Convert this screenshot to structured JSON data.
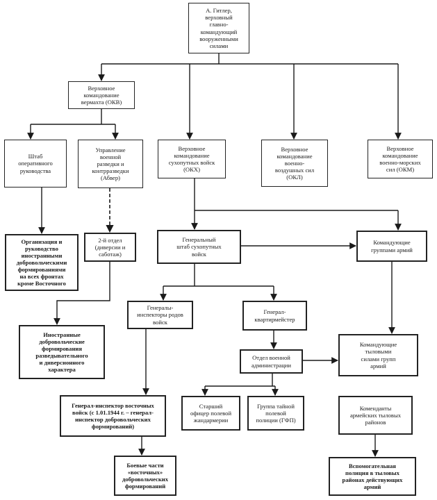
{
  "nodes": [
    {
      "id": "hitler",
      "text": "А. Гитлер,\nверховный\nглавно-\nкомандующий\nвооруженными\nсилами"
    },
    {
      "id": "okw",
      "text": "Верховное\nкомандование\nвермахта (ОКВ)"
    },
    {
      "id": "staff_ops",
      "text": "Штаб\nоперативного\nруководства"
    },
    {
      "id": "abwehr",
      "text": "Управление\nвоенной\nразведки и\nконтрразведки\n(Абвер)"
    },
    {
      "id": "okh",
      "text": "Верховное\nкомандование\nсухопутных войск\n(ОКХ)"
    },
    {
      "id": "okl",
      "text": "Верховное\nкомандование\nвоенно-\nвоздушных сил\n(ОКЛ)"
    },
    {
      "id": "okm",
      "text": "Верховное\nкомандование\nвоенно-морских\nсил (ОКМ)"
    },
    {
      "id": "org",
      "text": "Организация и\nруководство\nиностранными\nдобровольческими\nформированиями\nна всех фронтах\nкроме Восточного"
    },
    {
      "id": "dept2",
      "text": "2-й отдел\n(диверсии и\nсаботаж)"
    },
    {
      "id": "genstab",
      "text": "Генеральный\nштаб сухопутных\nвойск"
    },
    {
      "id": "army_groups",
      "text": "Командующие\nгруппами армий"
    },
    {
      "id": "inspectors",
      "text": "Генералы-\nинспекторы родов\nвойск"
    },
    {
      "id": "quartermaster",
      "text": "Генерал-\nквартирмейстер"
    },
    {
      "id": "foreign_vol",
      "text": "Иностранные\nдобровольческие\nформирования\nразведывательного\nи диверсионного\nхарактера"
    },
    {
      "id": "mil_admin",
      "text": "Отдел военной\nадминистрации"
    },
    {
      "id": "rear_cmd",
      "text": "Командующие\nтыловыми\nсилами групп\nармий"
    },
    {
      "id": "gen_insp_east",
      "text": "Генерал-инспектор восточных\nвойск (с 1.01.1944 г. – генерал-\nинспектор добровольческих\nформирований)"
    },
    {
      "id": "feldgend",
      "text": "Старший\nофицер полевой\nжандармерии"
    },
    {
      "id": "gfp",
      "text": "Группа тайной\nполевой\nполиции (ГФП)"
    },
    {
      "id": "commandants",
      "text": "Коменданты\nармейских тыловых\nрайонов"
    },
    {
      "id": "east_units",
      "text": "Боевые части\n«восточных»\nдобровольческих\nформирований"
    },
    {
      "id": "aux_police",
      "text": "Вспомогательная\nполиция в тыловых\nрайонах действующих\nармий"
    }
  ]
}
